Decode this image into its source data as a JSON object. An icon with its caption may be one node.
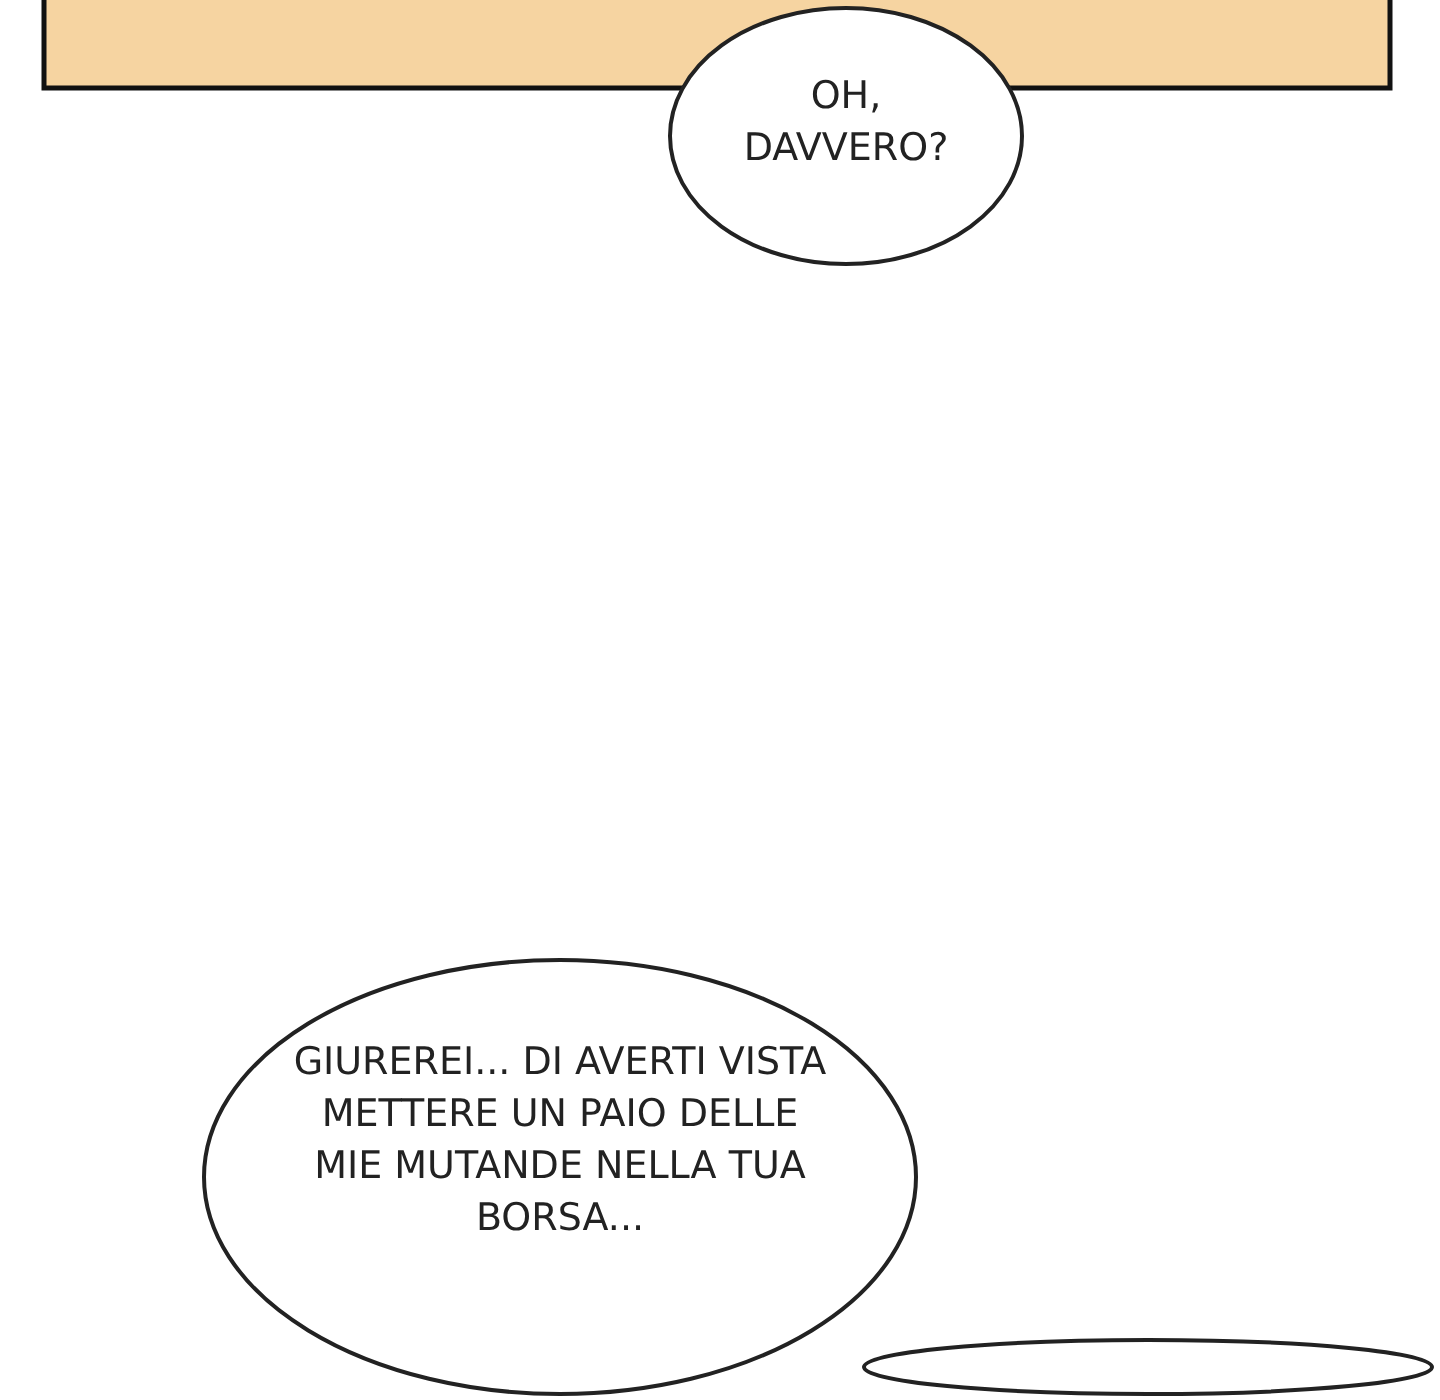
{
  "diagram": {
    "nodes": [
      {
        "text": [
          "OH, DAVVERO?"
        ]
      },
      {
        "text": [
          "GIUREREI... DI AVERTI VISTA METTERE UN PAIO DELLE MIE MUTANDE NELLA TUA BORSA..."
        ]
      },
      {
        "text": [],
        "shape": "bubble"
      }
    ]
  }
}
